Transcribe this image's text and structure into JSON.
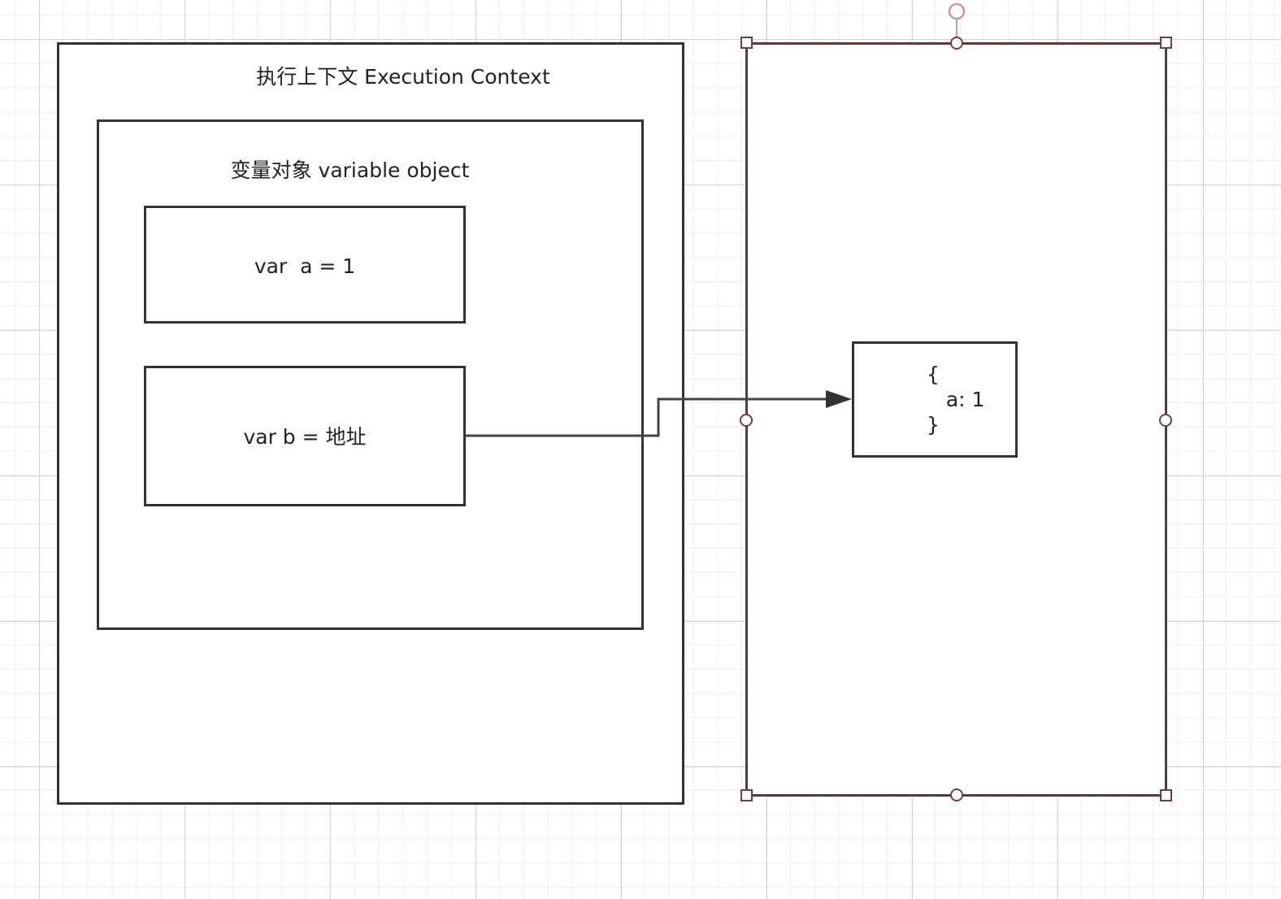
{
  "diagram": {
    "execution_context": {
      "title": "执行上下文 Execution Context"
    },
    "variable_object": {
      "title": "变量对象 variable object"
    },
    "var_a": {
      "text": "var  a = 1"
    },
    "var_b": {
      "text": "var b = 地址"
    },
    "heap_object": {
      "text": "{\n   a: 1\n}"
    }
  },
  "colors": {
    "line": "#333333",
    "selection": "#5a3a3a",
    "handle_stroke": "#6b4040",
    "rotate_handle": "#c49a9a",
    "grid_major": "#d2d2d2",
    "grid_minor": "#eeeeee"
  }
}
